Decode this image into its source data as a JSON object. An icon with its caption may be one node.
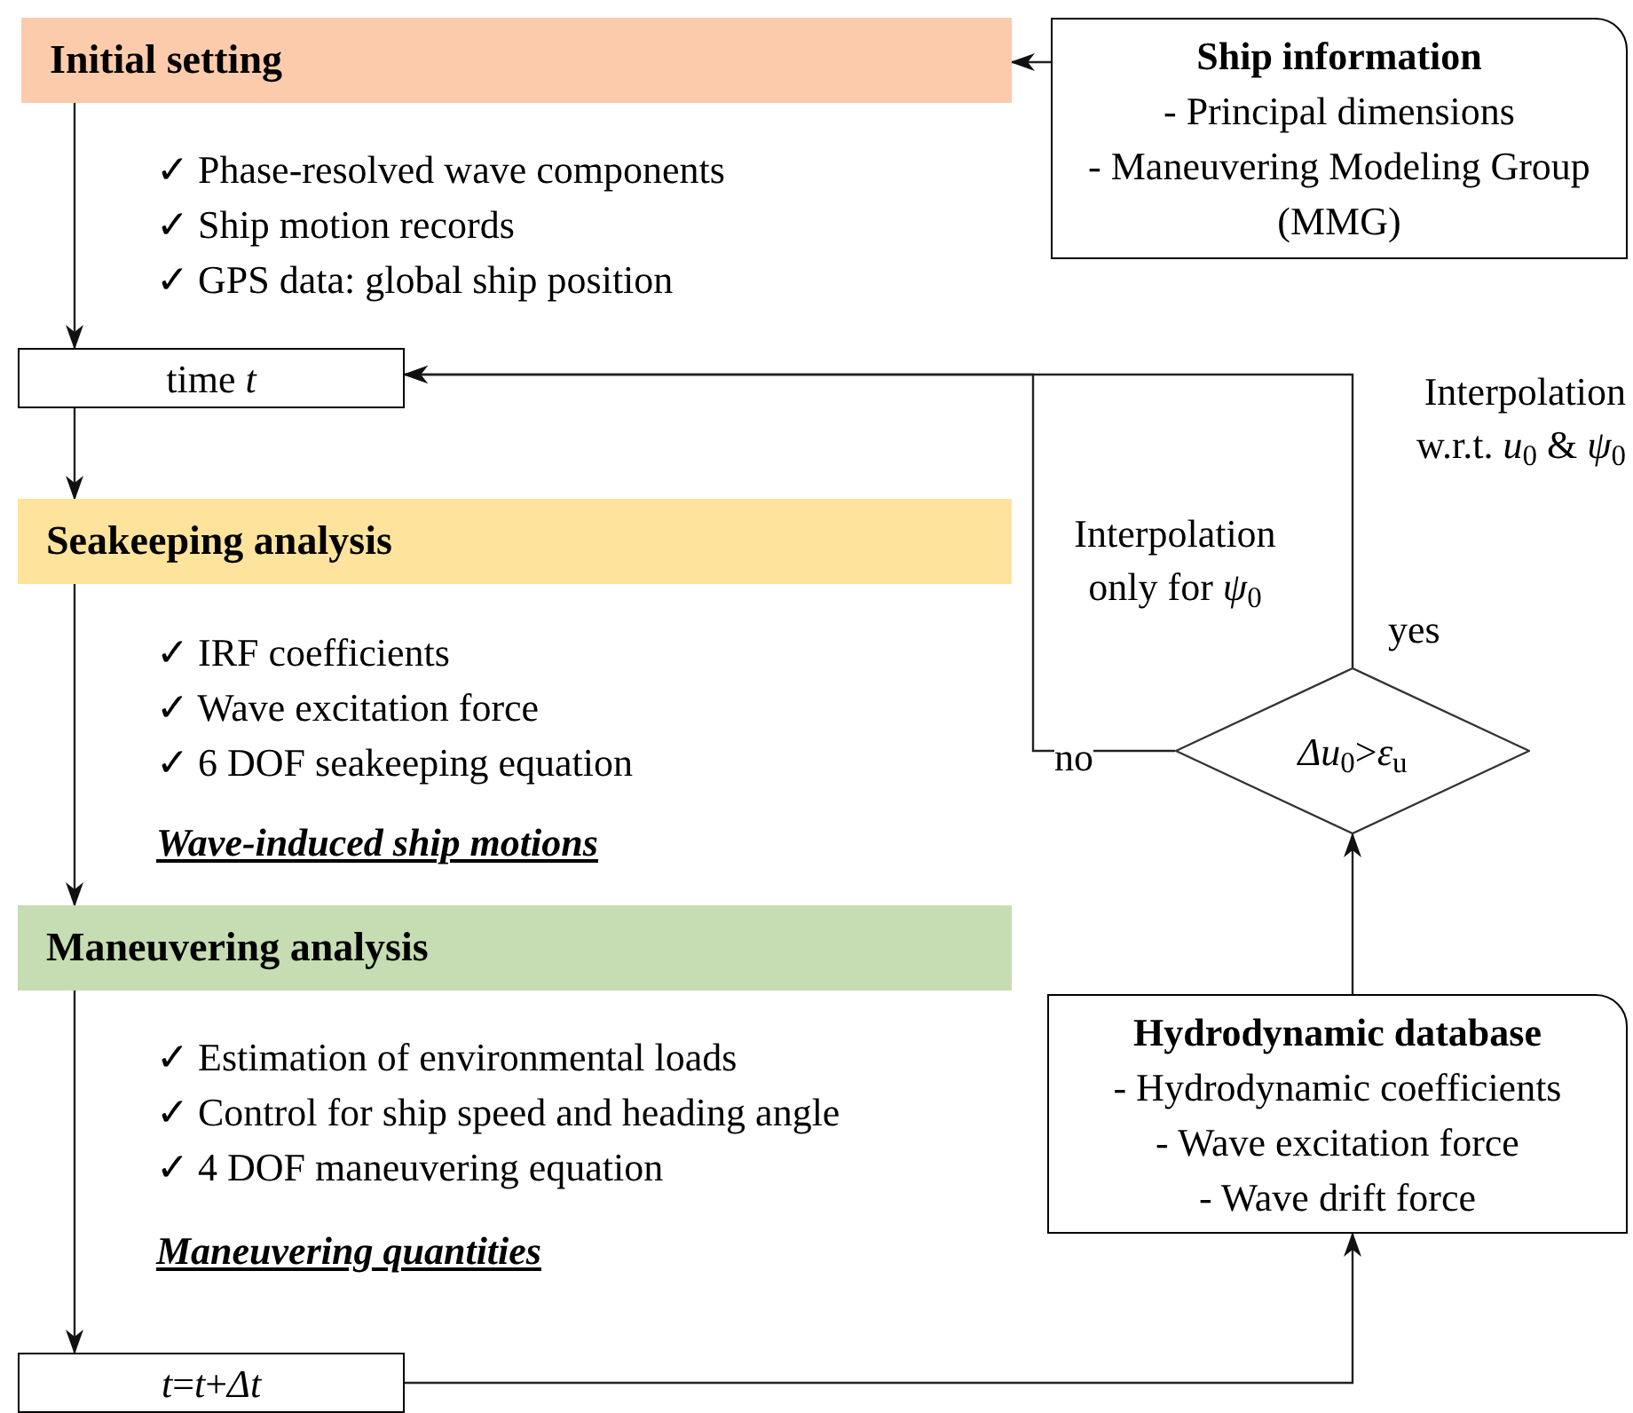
{
  "diagram": {
    "nodes": [
      {
        "text": [
          "Initial setting"
        ],
        "beside": [
          "✓ Phase-resolved wave components",
          "✓ Ship motion records",
          "✓ GPS data: global ship position"
        ]
      },
      {
        "text": [
          "Ship information",
          "- Principal dimensions",
          "- Maneuvering Modeling Group (MMG)"
        ]
      },
      {
        "text": [
          "time *t*"
        ]
      },
      {
        "text": [
          "Seakeeping analysis"
        ],
        "beside": [
          "✓ IRF coefficients",
          "✓ Wave excitation force",
          "✓ 6 DOF seakeeping equation"
        ]
      },
      {
        "text": [
          "Maneuvering analysis"
        ],
        "beside": [
          "✓ Estimation of environmental loads",
          "✓ Control for ship speed and heading angle",
          "✓ 4 DOF maneuvering equation"
        ]
      },
      {
        "text": [
          "*t*=*t*+*Δt*"
        ]
      },
      {
        "text": [
          "Hydrodynamic database",
          "- Hydrodynamic coefficients",
          "- Wave excitation force",
          "- Wave drift force"
        ]
      },
      {
        "text": [
          "*Δu*$_{0}$>*ε*$_{u}$"
        ]
      }
    ],
    "edges": [
      {
        "from": 1,
        "to": 0,
        "arrow": "to"
      },
      {
        "from": 0,
        "to": 2,
        "arrow": "to"
      },
      {
        "from": 2,
        "to": 3,
        "arrow": "to"
      },
      {
        "from": 3,
        "to": 4,
        "arrow": "to"
      },
      {
        "from": 4,
        "to": 5,
        "arrow": "to"
      },
      {
        "from": 5,
        "to": 6,
        "arrow": "to"
      },
      {
        "from": 6,
        "to": 7,
        "arrow": "to"
      },
      {
        "from": 7,
        "to": 2,
        "arrow": "to",
        "label": "yes"
      },
      {
        "from": 7,
        "to": 2,
        "arrow": "to",
        "label": "no"
      }
    ],
    "labels": [
      "Interpolation w.r.t. *u*$_{0}$ & *ψ*$_{0}$",
      "Interpolation only for *ψ*$_{0}$",
      "Wave-induced ship motions",
      "Maneuvering quantities"
    ]
  }
}
